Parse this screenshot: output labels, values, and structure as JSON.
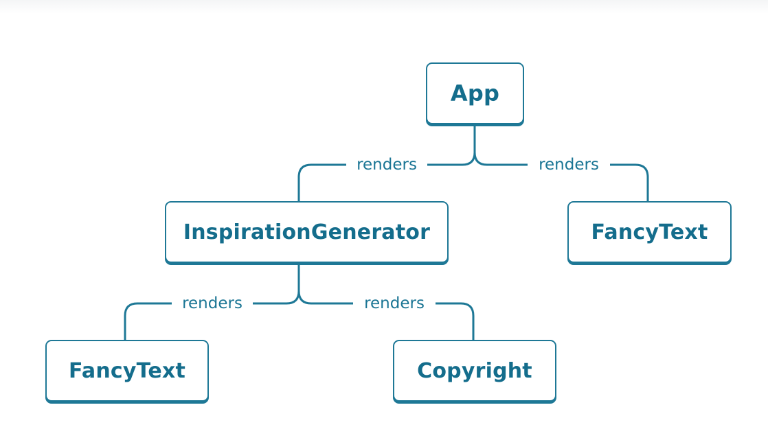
{
  "nodes": {
    "app": "App",
    "inspiration_generator": "InspirationGenerator",
    "fancy_text_right": "FancyText",
    "fancy_text_left": "FancyText",
    "copyright": "Copyright"
  },
  "edges": [
    {
      "from": "App",
      "to": "InspirationGenerator",
      "label": "renders"
    },
    {
      "from": "App",
      "to": "FancyText",
      "label": "renders"
    },
    {
      "from": "InspirationGenerator",
      "to": "FancyText",
      "label": "renders"
    },
    {
      "from": "InspirationGenerator",
      "to": "Copyright",
      "label": "renders"
    }
  ],
  "colors": {
    "stroke": "#1e7896",
    "text": "#146d8c",
    "background": "#ffffff"
  }
}
